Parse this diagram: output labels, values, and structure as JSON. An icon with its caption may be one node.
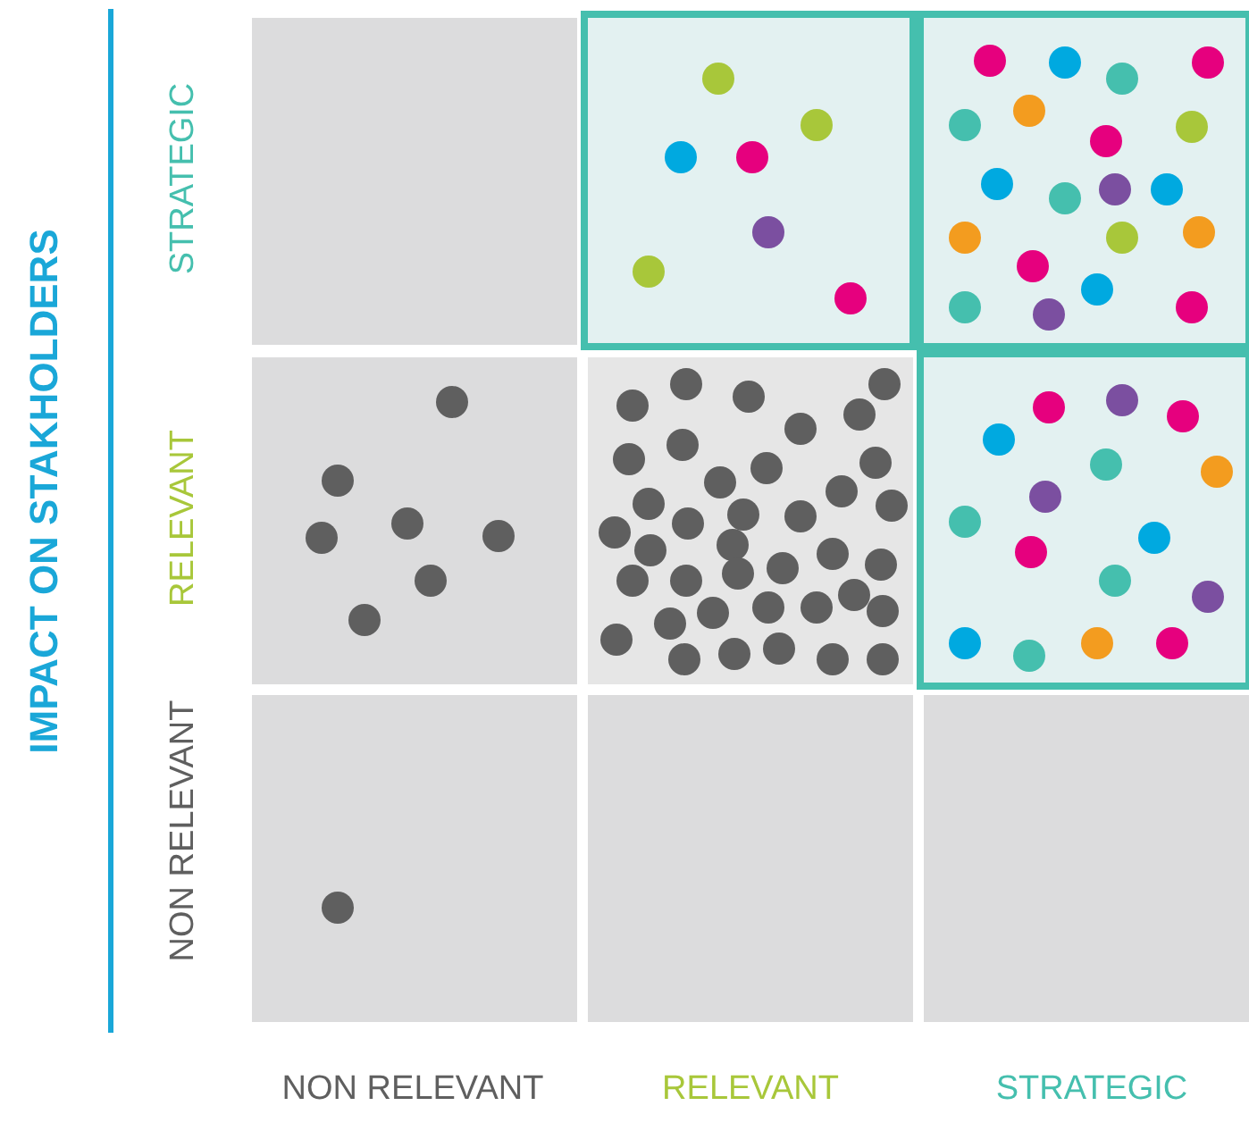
{
  "diagram": {
    "labels": [
      "IMPACT ON STAKHOLDERS",
      "STRATEGIC",
      "RELEVANT",
      "NON RELEVANT",
      "NON RELEVANT",
      "RELEVANT",
      "STRATEGIC"
    ]
  }
}
